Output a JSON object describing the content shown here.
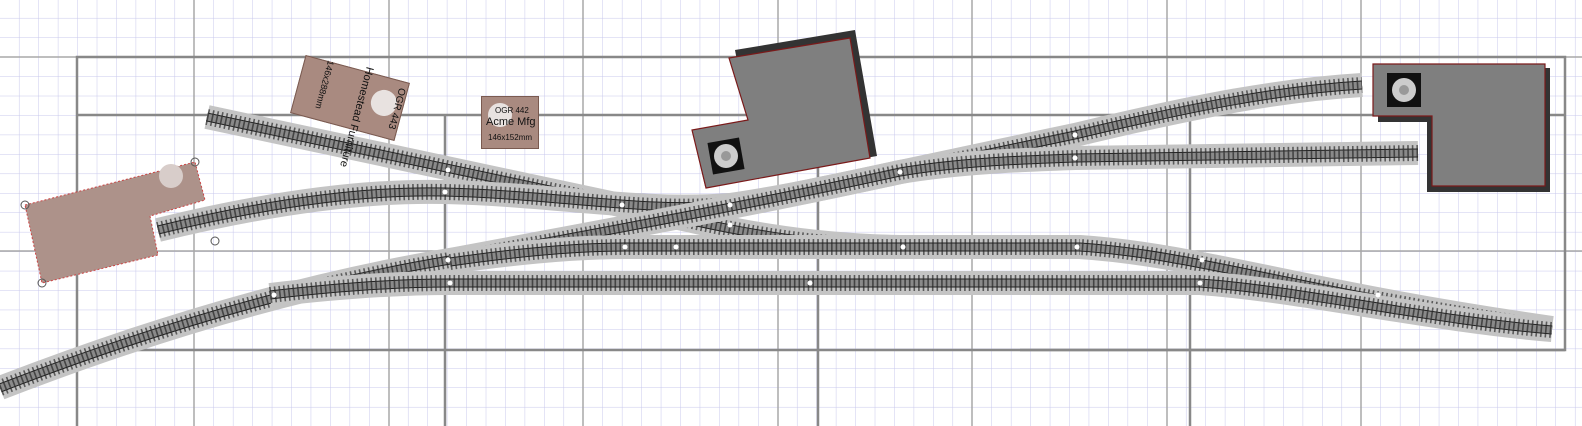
{
  "buildings": [
    {
      "name": "Homestead Furniture",
      "code": "OGR 443",
      "size": "146x288mm"
    },
    {
      "name": "Acme Mfg",
      "code": "OGR 442",
      "size": "146x152mm"
    }
  ],
  "colors": {
    "grid_minor": "#c8c8ec",
    "grid_major": "#a0a0a0",
    "structure": "#8a7068",
    "platform": "#7f7f7f"
  }
}
